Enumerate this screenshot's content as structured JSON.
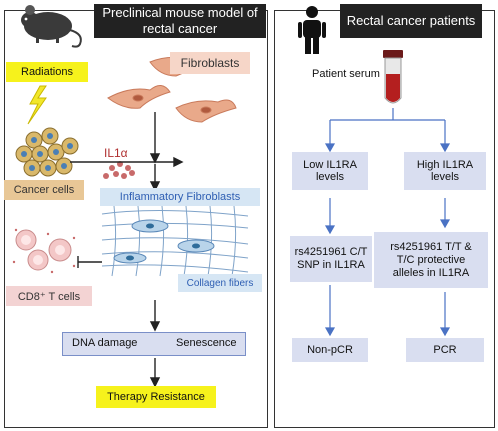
{
  "left_panel": {
    "title": "Preclinical mouse model of rectal cancer",
    "radiations": "Radiations",
    "fibroblasts": "Fibroblasts",
    "il1a": "IL1α",
    "cancer_cells": "Cancer cells",
    "inflammatory_fibroblasts": "Inflammatory Fibroblasts",
    "collagen_fibers": "Collagen fibers",
    "cd8_t_cells": "CD8⁺ T cells",
    "dna_damage": "DNA damage",
    "senescence": "Senescence",
    "therapy_resistance": "Therapy Resistance"
  },
  "right_panel": {
    "title": "Rectal cancer patients",
    "patient_serum": "Patient serum",
    "low_il1ra": "Low IL1RA levels",
    "high_il1ra": "High IL1RA levels",
    "snp_low": "rs4251961 C/T SNP in IL1RA",
    "snp_high": "rs4251961 T/T & T/C protective alleles in IL1RA",
    "non_pcr": "Non-pCR",
    "pcr": "PCR"
  },
  "colors": {
    "arrow_blue": "#4a72c4",
    "header_bg": "#222222",
    "box_blue": "#d9def0",
    "highlight_yellow": "#f6f21c"
  }
}
